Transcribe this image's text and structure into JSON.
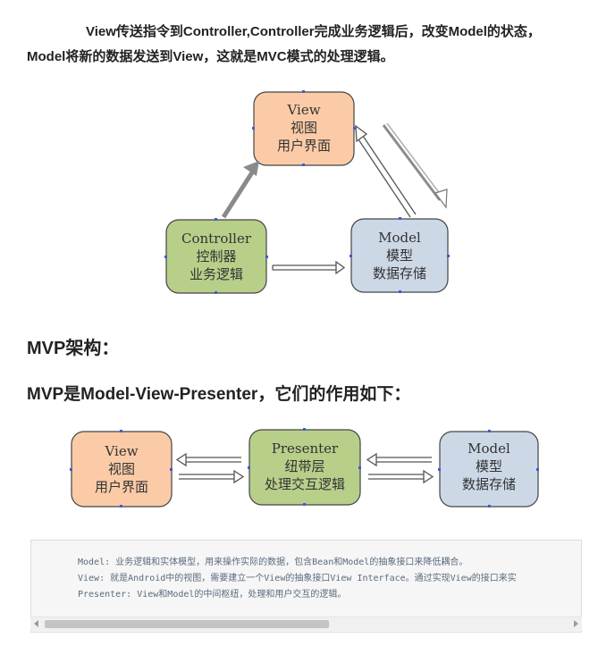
{
  "intro": {
    "line1": "View传送指令到Controller,Controller完成业务逻辑后，改变Model的状态，",
    "line2": "Model将新的数据发送到View，这就是MVC模式的处理逻辑。"
  },
  "mvc_diagram": {
    "view": {
      "l1": "View",
      "l2": "视图",
      "l3": "用户界面"
    },
    "controller": {
      "l1": "Controller",
      "l2": "控制器",
      "l3": "业务逻辑"
    },
    "model": {
      "l1": "Model",
      "l2": "模型",
      "l3": "数据存储"
    }
  },
  "headings": {
    "mvp": "MVP架构：",
    "mvp_def": "MVP是Model-View-Presenter，它们的作用如下："
  },
  "mvp_diagram": {
    "view": {
      "l1": "View",
      "l2": "视图",
      "l3": "用户界面"
    },
    "presenter": {
      "l1": "Presenter",
      "l2": "纽带层",
      "l3": "处理交互逻辑"
    },
    "model": {
      "l1": "Model",
      "l2": "模型",
      "l3": "数据存储"
    }
  },
  "code": {
    "line1": "Model: 业务逻辑和实体模型，用来操作实际的数据，包含Bean和Model的抽象接口来降低耦合。",
    "line2": "View: 就是Android中的视图，需要建立一个View的抽象接口View Interface。通过实现View的接口来实",
    "line3": "Presenter: View和Model的中间枢纽，处理和用户交互的逻辑。"
  },
  "colors": {
    "view_fill": "#fbcba7",
    "controller_fill": "#b8cf8a",
    "model_fill": "#cdd8e6",
    "presenter_fill": "#b8cf8a"
  }
}
